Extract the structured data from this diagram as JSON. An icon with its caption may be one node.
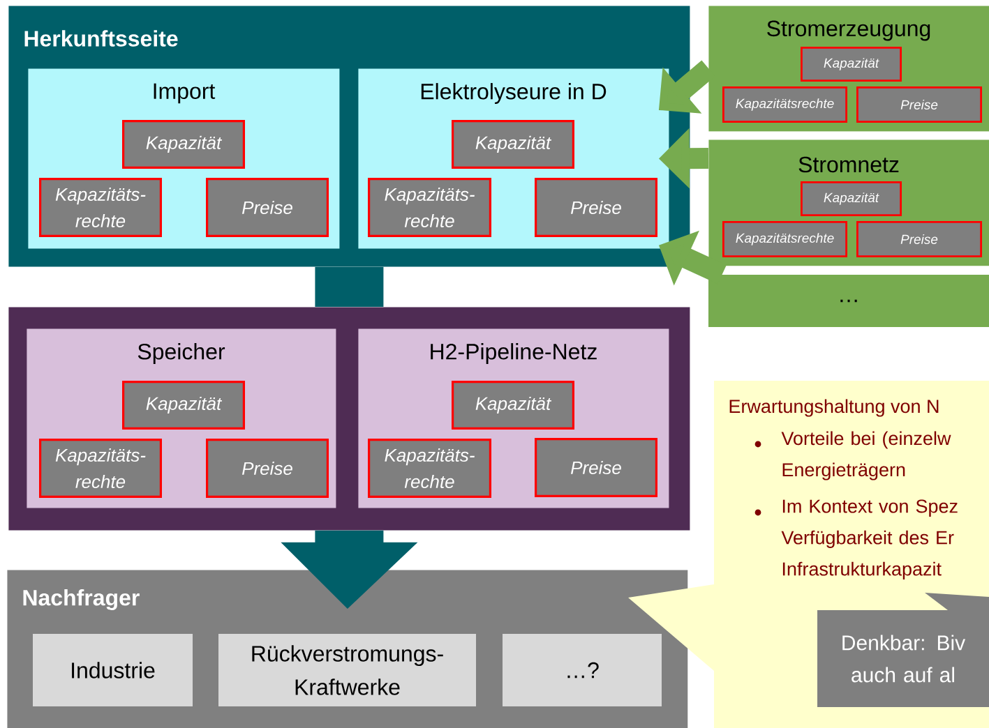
{
  "diagram": {
    "nodes": [
      {
        "text": [
          "Herkunftsseite"
        ]
      },
      {
        "text": [
          "Import"
        ],
        "in": 0
      },
      {
        "text": [
          "Kapazität"
        ],
        "in": 1
      },
      {
        "text": [
          "Kapazitäts- rechte"
        ],
        "in": 1
      },
      {
        "text": [
          "Preise"
        ],
        "in": 1
      },
      {
        "text": [
          "Elektrolyseure in D"
        ],
        "in": 0
      },
      {
        "text": [
          "Kapazität"
        ],
        "in": 5
      },
      {
        "text": [
          "Kapazitäts- rechte"
        ],
        "in": 5
      },
      {
        "text": [
          "Preise"
        ],
        "in": 5
      },
      {
        "text": [],
        "shape": "box"
      },
      {
        "text": [
          "Speicher"
        ],
        "in": 9
      },
      {
        "text": [
          "Kapazität"
        ],
        "in": 10
      },
      {
        "text": [
          "Kapazitäts- rechte"
        ],
        "in": 10
      },
      {
        "text": [
          "Preise"
        ],
        "in": 10
      },
      {
        "text": [
          "H2-Pipeline-Netz"
        ],
        "in": 9
      },
      {
        "text": [
          "Kapazität"
        ],
        "in": 14
      },
      {
        "text": [
          "Kapazitäts- rechte"
        ],
        "in": 14
      },
      {
        "text": [
          "Preise"
        ],
        "in": 14
      },
      {
        "text": [
          "Nachfrager"
        ]
      },
      {
        "text": [
          "Industrie"
        ],
        "in": 18
      },
      {
        "text": [
          "Rückverstromungs- Kraftwerke"
        ],
        "in": 18
      },
      {
        "text": [
          "…?"
        ],
        "in": 18
      },
      {
        "text": [
          "Stromerzeugung"
        ]
      },
      {
        "text": [
          "Kapazität"
        ],
        "in": 22
      },
      {
        "text": [
          "Kapazitätsrechte"
        ],
        "in": 22
      },
      {
        "text": [
          "Preise"
        ],
        "in": 22
      },
      {
        "text": [
          "Stromnetz"
        ]
      },
      {
        "text": [
          "Kapazität"
        ],
        "in": 26
      },
      {
        "text": [
          "Kapazitätsrechte"
        ],
        "in": 26
      },
      {
        "text": [
          "Preise"
        ],
        "in": 26
      },
      {
        "text": [
          "…"
        ]
      },
      {
        "text": [
          "Erwartungshaltung von N",
          "Vorteile bei (einzelw Energieträgern",
          "Im Kontext von Spez Verfügbarkeit des Er Infrastrukturkapazit"
        ]
      },
      {
        "text": [
          "Denkbar: Biv auch auf al"
        ],
        "in": 31
      }
    ],
    "edges": [
      {
        "from": 22,
        "to": 5,
        "arrow": "to",
        "color": "#77ab4f"
      },
      {
        "from": 26,
        "to": 5,
        "arrow": "to",
        "color": "#77ab4f"
      },
      {
        "from": 30,
        "to": 5,
        "arrow": "to",
        "color": "#77ab4f"
      },
      {
        "from": 0,
        "to": 9,
        "arrow": "none",
        "style": "thick",
        "color": "#005f69"
      },
      {
        "from": 9,
        "to": 18,
        "arrow": "to",
        "style": "thick",
        "color": "#005f69"
      }
    ]
  }
}
